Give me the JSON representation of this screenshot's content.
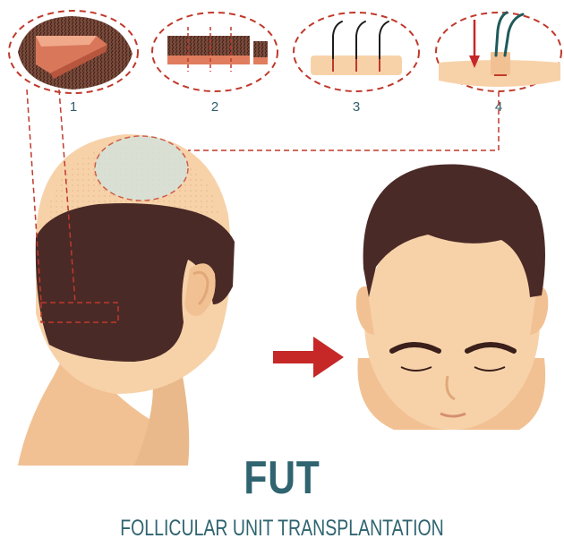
{
  "steps": [
    {
      "number": "1"
    },
    {
      "number": "2"
    },
    {
      "number": "3"
    },
    {
      "number": "4"
    }
  ],
  "title": "FUT",
  "subtitle": "FOLLICULAR UNIT TRANSPLANTATION",
  "colors": {
    "skin": "#f7d2a9",
    "skin_shadow": "#e9b98c",
    "hair": "#4a2a27",
    "dash": "#c0392b",
    "arrow": "#c62828",
    "text": "#2f6470"
  }
}
